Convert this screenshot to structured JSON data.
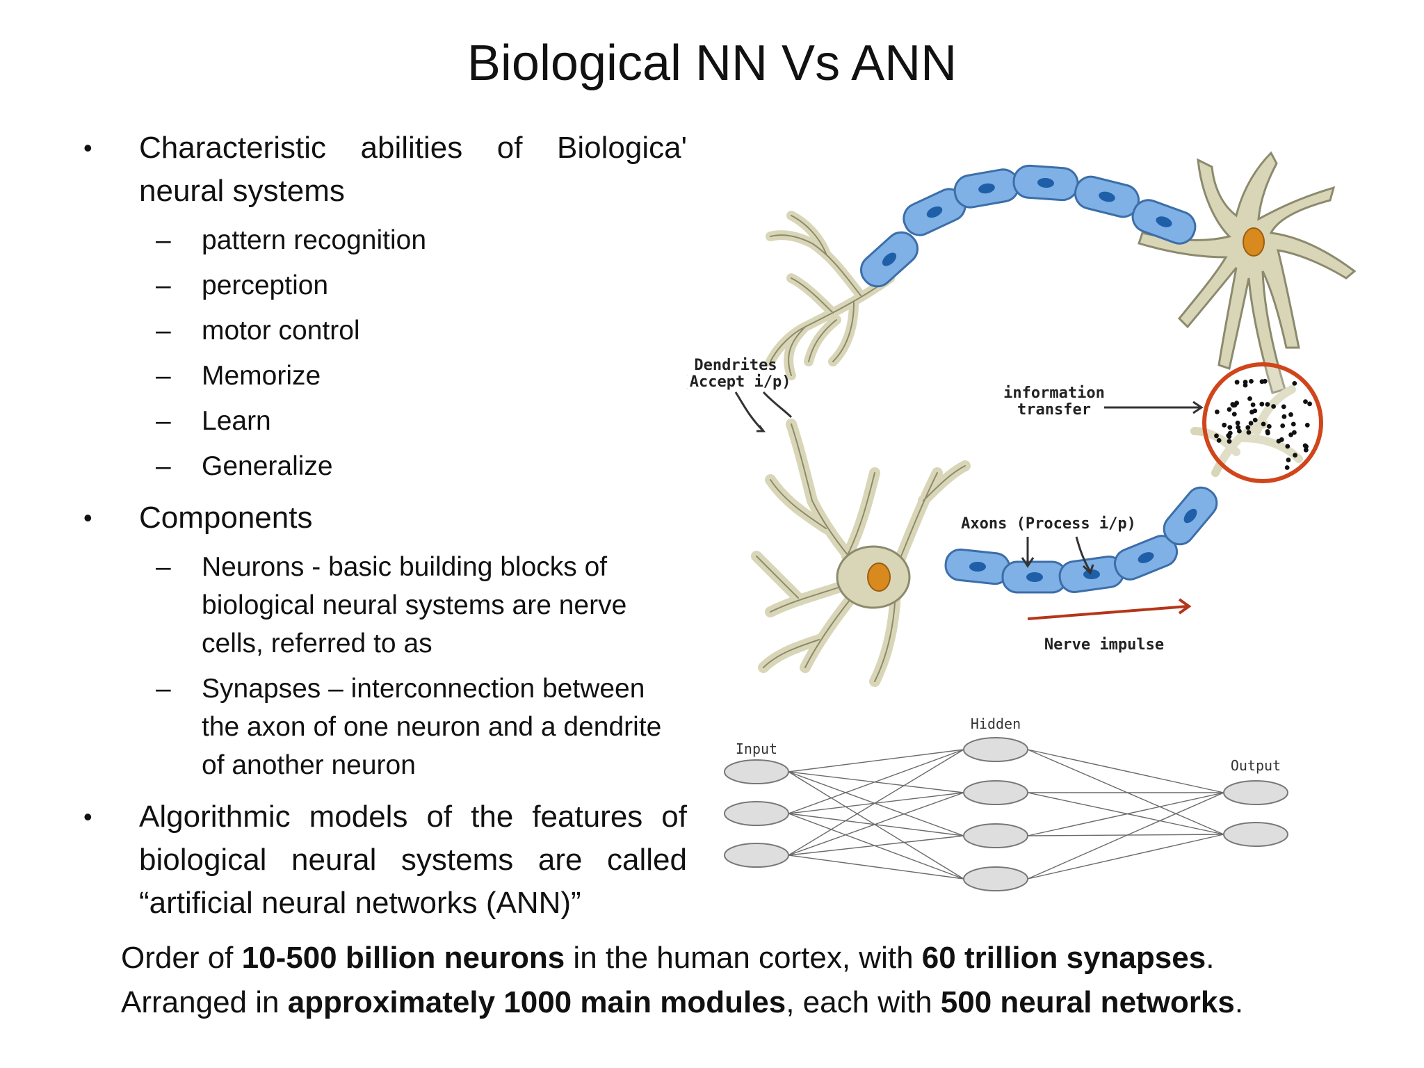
{
  "title": "Biological NN Vs ANN",
  "bullets": [
    {
      "text_line1": "Characteristic abilities of Biologica'",
      "text_line2": "neural systems",
      "subs": [
        "pattern recognition",
        "perception",
        "motor control",
        "Memorize",
        "Learn",
        "Generalize"
      ]
    },
    {
      "text": "Components",
      "subs": [
        "Neurons - basic building blocks of biological neural systems are nerve cells, referred to as",
        "Synapses – interconnection between the axon of one neuron and a dendrite of another neuron"
      ]
    },
    {
      "text_line1": "Algorithmic models of the features of",
      "text_line2": "biological neural systems are called",
      "text_line3": "“artificial neural networks (ANN)”"
    }
  ],
  "bullet_symbol": "•",
  "dash_symbol": "–",
  "neuron_diagram": {
    "dendrites_label": "Dendrites",
    "dendrites_sub": "(Accept i/p)",
    "info_label": "information",
    "info_sub": "transfer",
    "axons_label": "Axons (Process i/p)",
    "impulse_label": "Nerve impulse"
  },
  "network_diagram": {
    "input_label": "Input",
    "hidden_label": "Hidden",
    "output_label": "Output",
    "input_nodes": 3,
    "hidden_nodes": 4,
    "output_nodes": 2
  },
  "footer": {
    "l1_a": "Order of ",
    "l1_b": "10-500 billion neurons",
    "l1_c": " in the human cortex, with ",
    "l1_d": "60 trillion synapses",
    "l1_e": ".",
    "l2_a": "Arranged in ",
    "l2_b": "approximately 1000 main modules",
    "l2_c": ", each with ",
    "l2_d": "500 neural networks",
    "l2_e": "."
  },
  "colors": {
    "neuron_body": "#d9d6b8",
    "neuron_outline": "#8c8a6e",
    "myelin": "#7fb0e6",
    "myelin_dark": "#1e5fa8",
    "nucleus": "#d98a1e",
    "synapse_ring": "#d0451b",
    "node_fill": "#dedede"
  }
}
